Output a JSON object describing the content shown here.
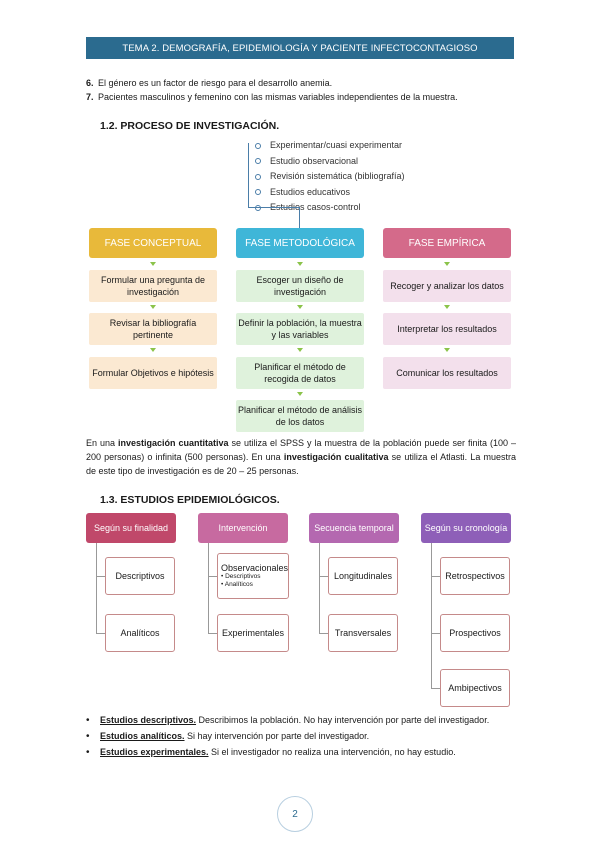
{
  "header": {
    "title": "TEMA 2. DEMOGRAFÍA, EPIDEMIOLOGÍA Y PACIENTE INFECTOCONTAGIOSO"
  },
  "numbered": [
    {
      "n": "6.",
      "text": "El género es un factor de riesgo para el desarrollo anemia."
    },
    {
      "n": "7.",
      "text": "Pacientes masculinos y femenino con las mismas variables independientes de la muestra."
    }
  ],
  "section12": {
    "title": "1.2. PROCESO DE INVESTIGACIÓN."
  },
  "methods": [
    "Experimentar/cuasi experimentar",
    "Estudio observacional",
    "Revisión sistemática (bibliografía)",
    "Estudios educativos",
    "Estudios casos-control"
  ],
  "phases": [
    {
      "title": "FASE CONCEPTUAL",
      "color": "#e8b93a",
      "box_color": "#fbe9d2",
      "steps": [
        "Formular una pregunta de investigación",
        "Revisar la bibliografía pertinente",
        "Formular Objetivos e hipótesis"
      ]
    },
    {
      "title": "FASE METODOLÓGICA",
      "color": "#3fb6d8",
      "box_color": "#dff2dc",
      "steps": [
        "Escoger un diseño de investigación",
        "Definir la población, la muestra y las variables",
        "Planificar el método de recogida de datos",
        "Planificar el método de análisis de los datos"
      ]
    },
    {
      "title": "FASE EMPÍRICA",
      "color": "#d46a8a",
      "box_color": "#f3e0ec",
      "steps": [
        "Recoger y analizar los datos",
        "Interpretar los resultados",
        "Comunicar los resultados"
      ]
    }
  ],
  "paragraph": {
    "p1": "En una ",
    "b1": "investigación cuantitativa",
    "p2": " se utiliza el SPSS y la muestra de la población puede ser finita (100 – 200 personas) o infinita (500 personas). En una ",
    "b2": "investigación cualitativa",
    "p3": " se utiliza el Atlasti. La muestra de este tipo de investigación es de 20 – 25 personas."
  },
  "section13": {
    "title": "1.3. ESTUDIOS EPIDEMIOLÓGICOS."
  },
  "epi": [
    {
      "head": "Según su finalidad",
      "color": "#c0486a",
      "items": [
        "Descriptivos",
        "Analíticos"
      ]
    },
    {
      "head": "Intervención",
      "color": "#c76aa0",
      "items": [
        "Observacionales",
        "Experimentales"
      ],
      "sub": [
        "Descriptivos",
        "Analíticos"
      ]
    },
    {
      "head": "Secuencia temporal",
      "color": "#b468b0",
      "items": [
        "Longitudinales",
        "Transversales"
      ]
    },
    {
      "head": "Según su cronología",
      "color": "#8e5fb8",
      "items": [
        "Retrospectivos",
        "Prospectivos",
        "Ambipectivos"
      ]
    }
  ],
  "bullets": [
    {
      "term": "Estudios descriptivos.",
      "text": " Describimos la población. No hay intervención por parte del investigador."
    },
    {
      "term": "Estudios analíticos.",
      "text": " Si hay intervención por parte del investigador."
    },
    {
      "term": "Estudios experimentales.",
      "text": " Si el investigador no realiza una intervención, no hay estudio."
    }
  ],
  "page_number": "2"
}
